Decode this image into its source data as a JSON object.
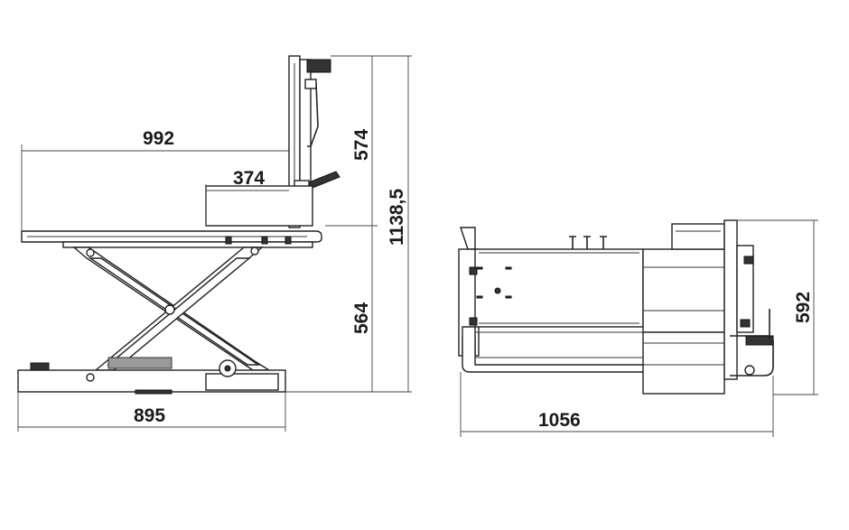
{
  "dimensions": {
    "platform_length": "992",
    "armrest_offset": "374",
    "handle_height": "574",
    "total_height": "1138,5",
    "lift_height": "564",
    "base_length": "895",
    "top_length": "1056",
    "top_width": "592"
  }
}
